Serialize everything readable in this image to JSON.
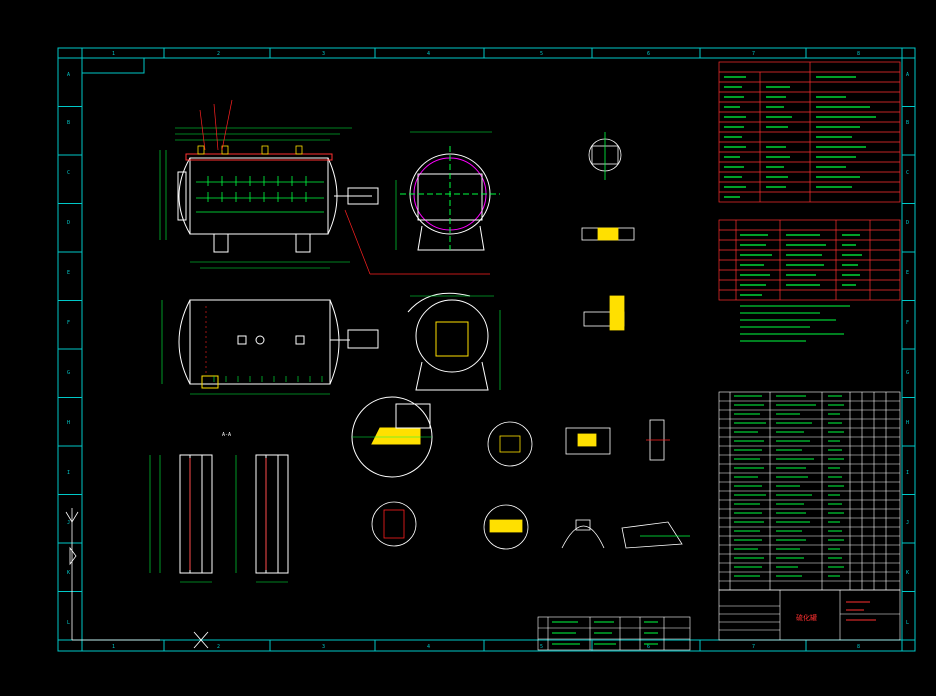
{
  "colors": {
    "background": "#000000",
    "frame": "#00c8c8",
    "drawing": "#ffffff",
    "dimension": "#00ff40",
    "leader": "#ff2020",
    "section_fill": "#ffe000",
    "title_block": "#ff3030",
    "accent": "#ff00ff"
  },
  "border": {
    "column_marks": [
      "1",
      "2",
      "3",
      "4",
      "5",
      "6",
      "7",
      "8"
    ],
    "row_marks": [
      "A",
      "B",
      "C",
      "D",
      "E",
      "F",
      "G",
      "H",
      "I",
      "J",
      "K",
      "L"
    ]
  },
  "views": {
    "section_a_label": "A-A"
  },
  "title_block": {
    "title": "硫化罐"
  },
  "icons": {
    "ucs": "ucs-axis-icon",
    "cursor": "crosshair-icon"
  }
}
